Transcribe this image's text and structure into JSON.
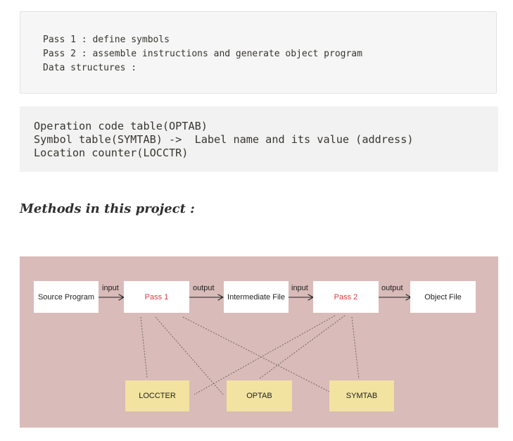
{
  "code_block_1": {
    "lines": [
      "Pass 1 : define symbols",
      "Pass 2 : assemble instructions and generate object program",
      "Data structures :"
    ]
  },
  "code_block_2": {
    "lines": [
      "Operation code table(OPTAB)",
      "Symbol table(SYMTAB) ->  Label name and its value (address)",
      "Location counter(LOCCTR)"
    ]
  },
  "heading": "Methods in this project :",
  "diagram": {
    "nodes": {
      "source_program": "Source Program",
      "pass1": "Pass 1",
      "intermediate_file": "Intermediate File",
      "pass2": "Pass 2",
      "object_file": "Object File",
      "loccter": "LOCCTER",
      "optab": "OPTAB",
      "symtab": "SYMTAB"
    },
    "edge_labels": {
      "source_to_pass1": "input",
      "pass1_to_intermediate": "output",
      "intermediate_to_pass2": "input",
      "pass2_to_object": "output"
    },
    "colors": {
      "background": "#d9bbb9",
      "pass_text": "#e0393e",
      "table_box": "#f2e3a0",
      "node_box": "#ffffff"
    }
  }
}
